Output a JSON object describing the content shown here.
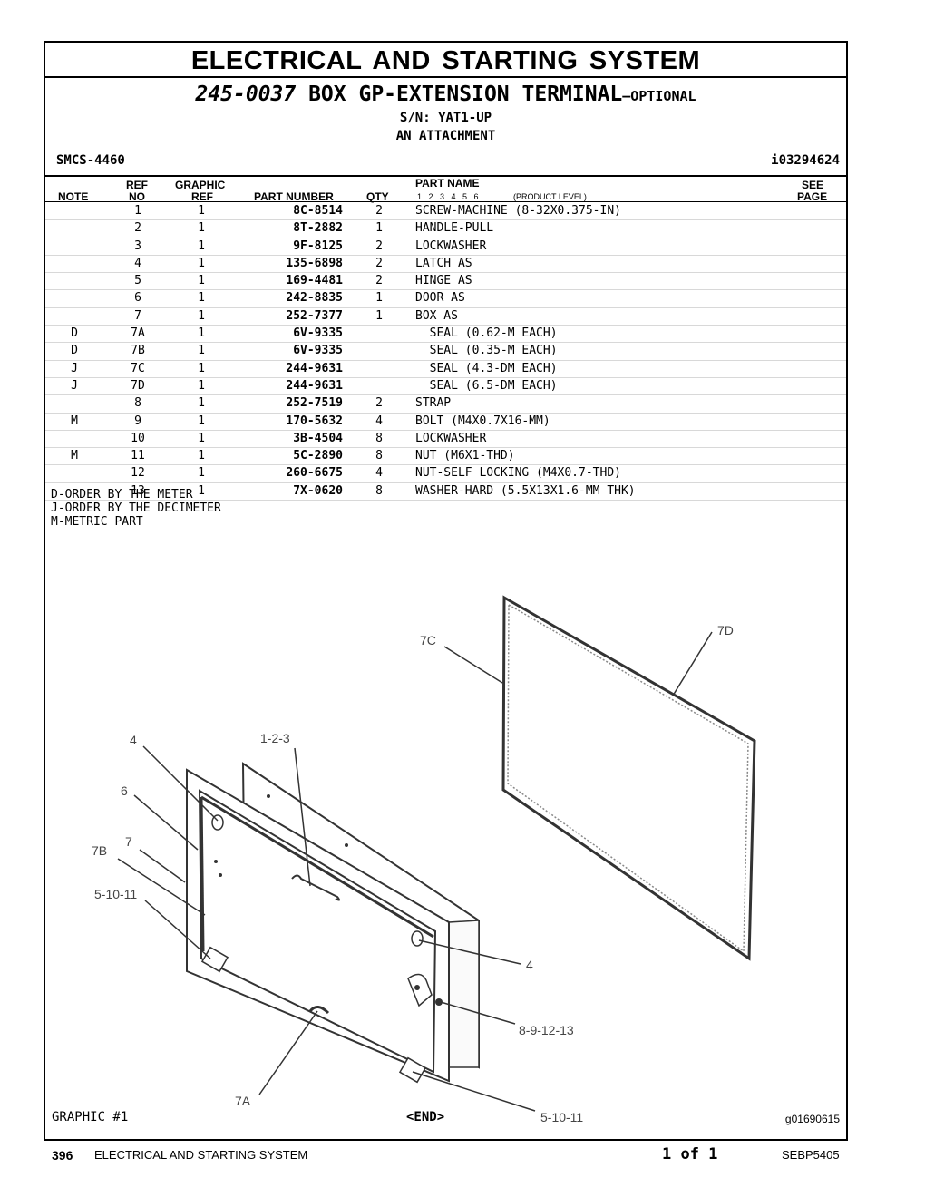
{
  "title": "ELECTRICAL AND STARTING SYSTEM",
  "subtitle": {
    "part_number": "245-0037",
    "name": "BOX GP-EXTENSION TERMINAL",
    "suffix": "—OPTIONAL"
  },
  "serial": "S/N: YAT1-UP",
  "attachment": "AN ATTACHMENT",
  "smcs": "SMCS-4460",
  "illustration_id": "i03294624",
  "headers": {
    "note": "NOTE",
    "ref_top": "REF",
    "ref_bottom": "NO",
    "graphic_top": "GRAPHIC",
    "graphic_bottom": "REF",
    "part_number": "PART NUMBER",
    "qty": "QTY",
    "part_name": "PART NAME",
    "levels": "1   2   3   4   5   6",
    "product_level": "(PRODUCT LEVEL)",
    "see_top": "SEE",
    "see_bottom": "PAGE"
  },
  "rows": [
    {
      "note": "",
      "ref": "1",
      "graphic": "1",
      "part": "8C-8514",
      "qty": "2",
      "name": "SCREW-MACHINE (8-32X0.375-IN)"
    },
    {
      "note": "",
      "ref": "2",
      "graphic": "1",
      "part": "8T-2882",
      "qty": "1",
      "name": "HANDLE-PULL"
    },
    {
      "note": "",
      "ref": "3",
      "graphic": "1",
      "part": "9F-8125",
      "qty": "2",
      "name": "LOCKWASHER"
    },
    {
      "note": "",
      "ref": "4",
      "graphic": "1",
      "part": "135-6898",
      "qty": "2",
      "name": "LATCH AS"
    },
    {
      "note": "",
      "ref": "5",
      "graphic": "1",
      "part": "169-4481",
      "qty": "2",
      "name": "HINGE AS"
    },
    {
      "note": "",
      "ref": "6",
      "graphic": "1",
      "part": "242-8835",
      "qty": "1",
      "name": "DOOR AS"
    },
    {
      "note": "",
      "ref": "7",
      "graphic": "1",
      "part": "252-7377",
      "qty": "1",
      "name": "BOX AS"
    },
    {
      "note": "D",
      "ref": "7A",
      "graphic": "1",
      "part": "6V-9335",
      "qty": "",
      "name": "  SEAL (0.62-M EACH)"
    },
    {
      "note": "D",
      "ref": "7B",
      "graphic": "1",
      "part": "6V-9335",
      "qty": "",
      "name": "  SEAL (0.35-M EACH)"
    },
    {
      "note": "J",
      "ref": "7C",
      "graphic": "1",
      "part": "244-9631",
      "qty": "",
      "name": "  SEAL (4.3-DM EACH)"
    },
    {
      "note": "J",
      "ref": "7D",
      "graphic": "1",
      "part": "244-9631",
      "qty": "",
      "name": "  SEAL (6.5-DM EACH)"
    },
    {
      "note": "",
      "ref": "8",
      "graphic": "1",
      "part": "252-7519",
      "qty": "2",
      "name": "STRAP"
    },
    {
      "note": "M",
      "ref": "9",
      "graphic": "1",
      "part": "170-5632",
      "qty": "4",
      "name": "BOLT (M4X0.7X16-MM)"
    },
    {
      "note": "",
      "ref": "10",
      "graphic": "1",
      "part": "3B-4504",
      "qty": "8",
      "name": "LOCKWASHER"
    },
    {
      "note": "M",
      "ref": "11",
      "graphic": "1",
      "part": "5C-2890",
      "qty": "8",
      "name": "NUT (M6X1-THD)"
    },
    {
      "note": "",
      "ref": "12",
      "graphic": "1",
      "part": "260-6675",
      "qty": "4",
      "name": "NUT-SELF LOCKING (M4X0.7-THD)"
    },
    {
      "note": "",
      "ref": "13",
      "graphic": "1",
      "part": "7X-0620",
      "qty": "8",
      "name": "WASHER-HARD (5.5X13X1.6-MM THK)"
    }
  ],
  "notes": [
    "D-ORDER BY THE METER",
    "J-ORDER BY THE DECIMETER",
    "M-METRIC PART"
  ],
  "callouts": {
    "c7c": "7C",
    "c7d": "7D",
    "c4a": "4",
    "c123": "1-2-3",
    "c6": "6",
    "c7": "7",
    "c7b": "7B",
    "c51011a": "5-10-11",
    "c4b": "4",
    "c891213": "8-9-12-13",
    "c7a": "7A",
    "c51011b": "5-10-11"
  },
  "graphic_label": "GRAPHIC #1",
  "end_label": "<END>",
  "graphic_id": "g01690615",
  "footer": {
    "page": "396",
    "title": "ELECTRICAL AND STARTING SYSTEM",
    "page_of": "1 of 1",
    "doc": "SEBP5405"
  }
}
